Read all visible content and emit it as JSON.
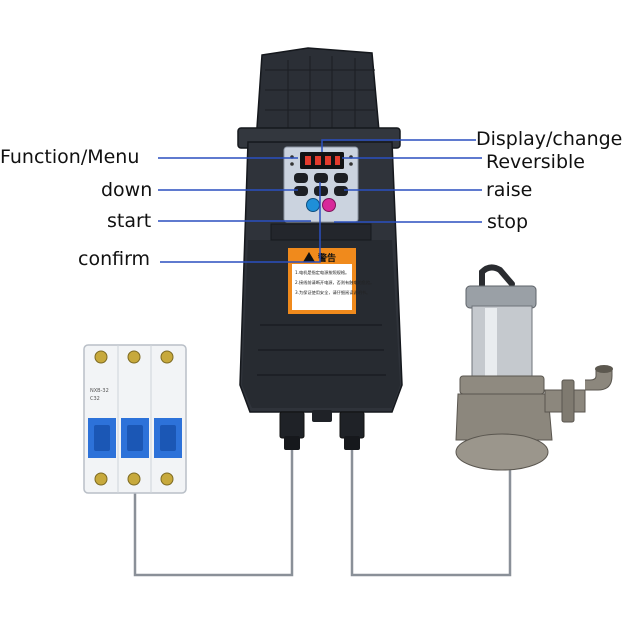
{
  "callouts": {
    "function_menu": "Function/Menu",
    "down": "down",
    "start": "start",
    "confirm": "confirm",
    "display_change": "Display/change",
    "reversible": "Reversible",
    "raise": "raise",
    "stop": "stop"
  },
  "warning_label": {
    "title": "警告",
    "lines": [
      "1.电机是指定电源按照规格。",
      "2.接线前请断开电源，否则有触电的危险。",
      "3.为保证使用安全，请仔细阅读说明书。"
    ]
  },
  "breaker": {
    "model": "NXB-32",
    "rating": "C32"
  },
  "colors": {
    "callout_line": "#2a4fbf",
    "wire": "#8a9098",
    "device_body": "#2b2f36",
    "warning_label": "#f08a1c",
    "breaker_blue": "#2d72d9"
  }
}
